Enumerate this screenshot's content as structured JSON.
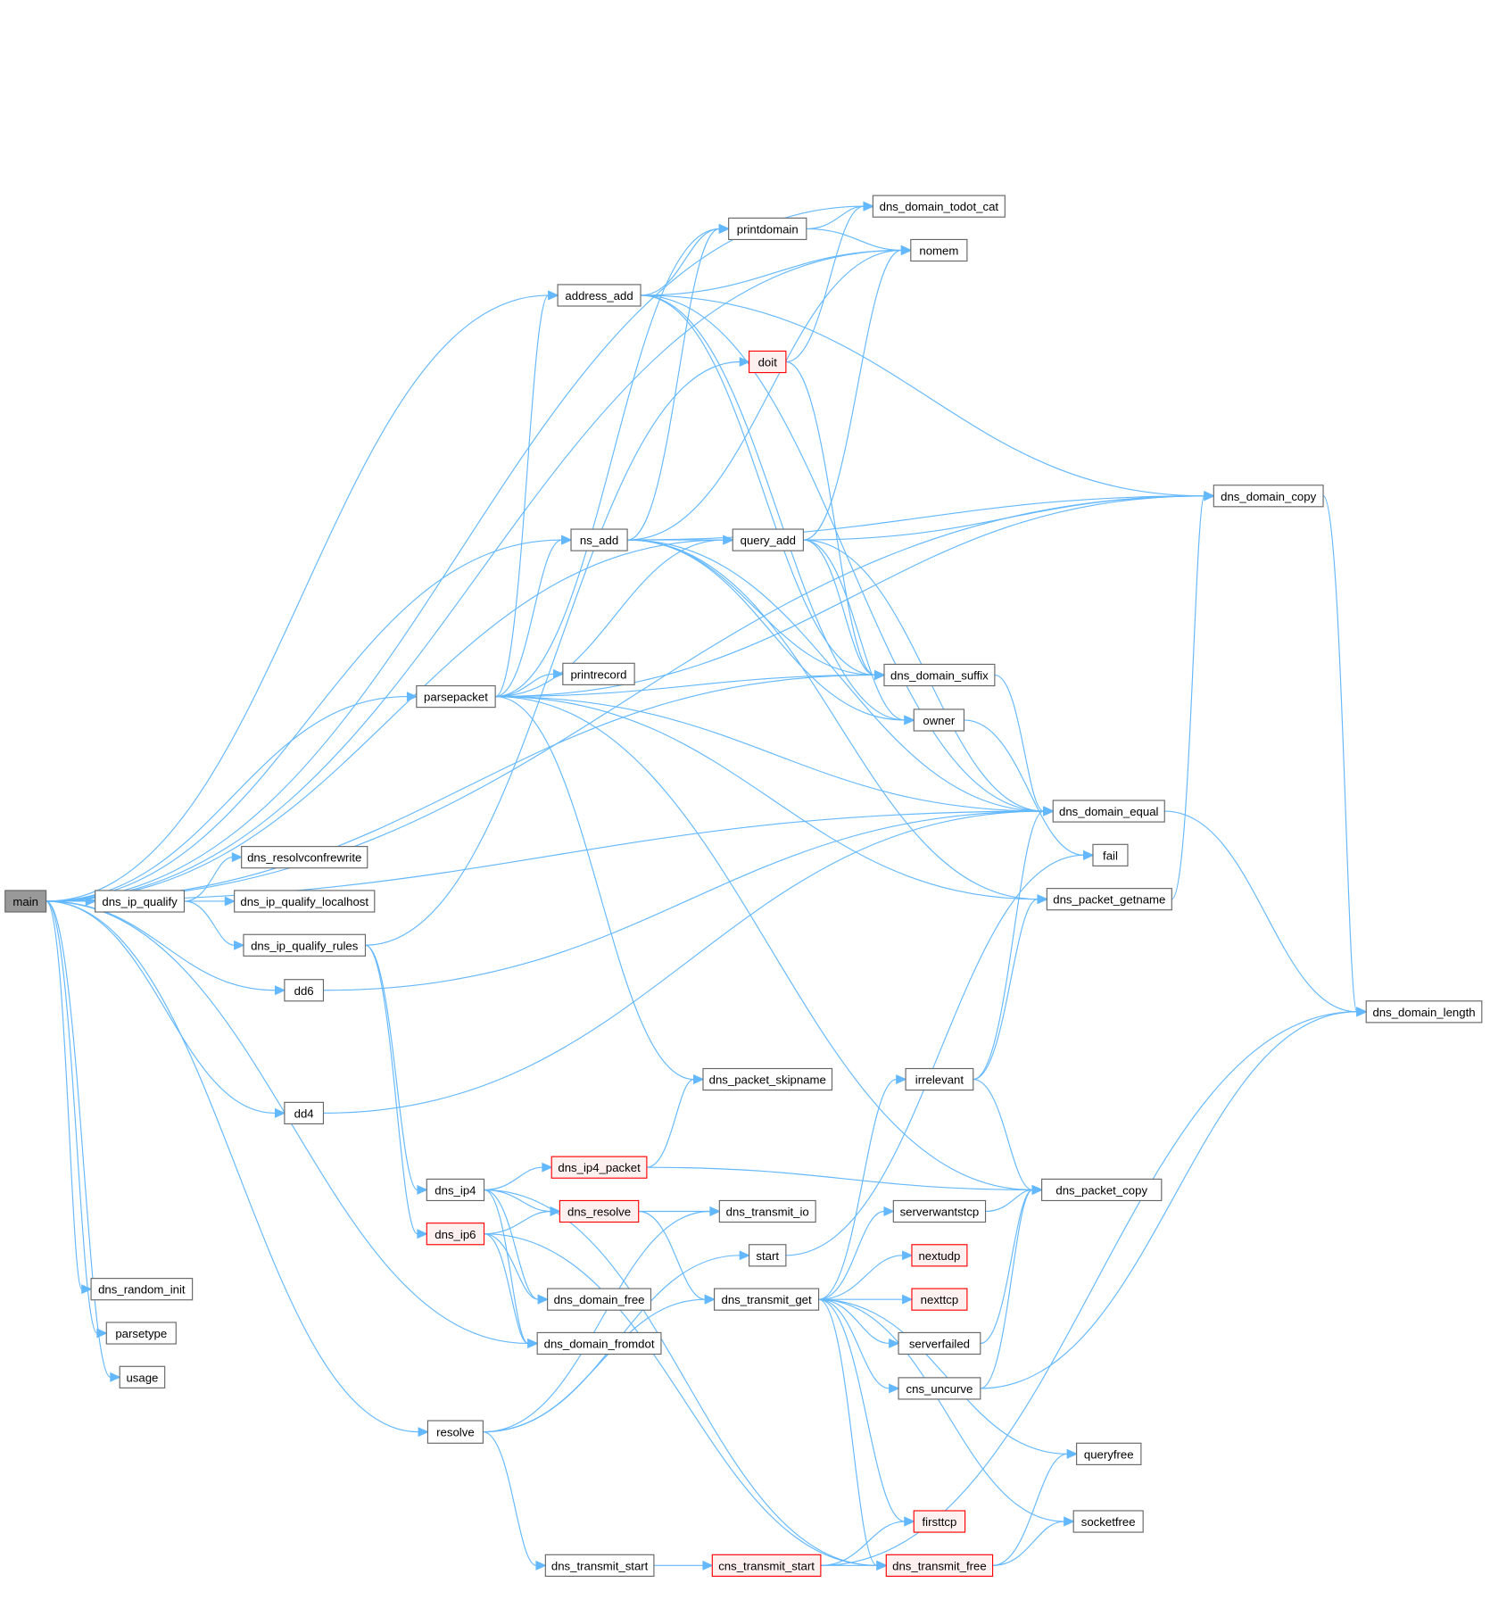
{
  "colors": {
    "edge": "#63b8ff",
    "border": "#666666",
    "highlight_border": "#ff0000",
    "highlight_fill": "#fff0f0",
    "root_fill": "#999999"
  },
  "nodes": [
    {
      "id": "main",
      "label": "main",
      "style": "root"
    },
    {
      "id": "dns_ip_qualify",
      "label": "dns_ip_qualify"
    },
    {
      "id": "dns_resolvconfrewrite",
      "label": "dns_resolvconfrewrite"
    },
    {
      "id": "dns_ip_qualify_localhost",
      "label": "dns_ip_qualify_localhost"
    },
    {
      "id": "dns_ip_qualify_rules",
      "label": "dns_ip_qualify_rules"
    },
    {
      "id": "dd6",
      "label": "dd6"
    },
    {
      "id": "dd4",
      "label": "dd4"
    },
    {
      "id": "dns_random_init",
      "label": "dns_random_init"
    },
    {
      "id": "parsetype",
      "label": "parsetype"
    },
    {
      "id": "usage",
      "label": "usage"
    },
    {
      "id": "resolve",
      "label": "resolve"
    },
    {
      "id": "dns_transmit_start",
      "label": "dns_transmit_start"
    },
    {
      "id": "cns_transmit_start",
      "label": "cns_transmit_start",
      "style": "red"
    },
    {
      "id": "dns_transmit_free",
      "label": "dns_transmit_free",
      "style": "red"
    },
    {
      "id": "firsttcp",
      "label": "firsttcp",
      "style": "red"
    },
    {
      "id": "socketfree",
      "label": "socketfree"
    },
    {
      "id": "queryfree",
      "label": "queryfree"
    },
    {
      "id": "cns_uncurve",
      "label": "cns_uncurve"
    },
    {
      "id": "serverfailed",
      "label": "serverfailed"
    },
    {
      "id": "nexttcp",
      "label": "nexttcp",
      "style": "red"
    },
    {
      "id": "nextudp",
      "label": "nextudp",
      "style": "red"
    },
    {
      "id": "serverwantstcp",
      "label": "serverwantstcp"
    },
    {
      "id": "dns_packet_copy",
      "label": "dns_packet_copy"
    },
    {
      "id": "dns_transmit_get",
      "label": "dns_transmit_get"
    },
    {
      "id": "start",
      "label": "start"
    },
    {
      "id": "dns_transmit_io",
      "label": "dns_transmit_io"
    },
    {
      "id": "dns_resolve",
      "label": "dns_resolve",
      "style": "red"
    },
    {
      "id": "dns_ip4_packet",
      "label": "dns_ip4_packet",
      "style": "red"
    },
    {
      "id": "dns_ip4",
      "label": "dns_ip4"
    },
    {
      "id": "dns_ip6",
      "label": "dns_ip6",
      "style": "red"
    },
    {
      "id": "dns_domain_free",
      "label": "dns_domain_free"
    },
    {
      "id": "dns_domain_fromdot",
      "label": "dns_domain_fromdot"
    },
    {
      "id": "dns_packet_skipname",
      "label": "dns_packet_skipname"
    },
    {
      "id": "irrelevant",
      "label": "irrelevant"
    },
    {
      "id": "dns_packet_getname",
      "label": "dns_packet_getname"
    },
    {
      "id": "fail",
      "label": "fail"
    },
    {
      "id": "dns_domain_equal",
      "label": "dns_domain_equal"
    },
    {
      "id": "owner",
      "label": "owner"
    },
    {
      "id": "dns_domain_suffix",
      "label": "dns_domain_suffix"
    },
    {
      "id": "printrecord",
      "label": "printrecord"
    },
    {
      "id": "parsepacket",
      "label": "parsepacket"
    },
    {
      "id": "ns_add",
      "label": "ns_add"
    },
    {
      "id": "query_add",
      "label": "query_add"
    },
    {
      "id": "dns_domain_copy",
      "label": "dns_domain_copy"
    },
    {
      "id": "doit",
      "label": "doit",
      "style": "red"
    },
    {
      "id": "address_add",
      "label": "address_add"
    },
    {
      "id": "printdomain",
      "label": "printdomain"
    },
    {
      "id": "dns_domain_todot_cat",
      "label": "dns_domain_todot_cat"
    },
    {
      "id": "nomem",
      "label": "nomem"
    },
    {
      "id": "dns_domain_length",
      "label": "dns_domain_length"
    }
  ],
  "edges": [
    [
      "main",
      "dns_domain_copy"
    ],
    [
      "main",
      "dns_domain_todot_cat"
    ],
    [
      "main",
      "nomem"
    ],
    [
      "main",
      "address_add"
    ],
    [
      "main",
      "query_add"
    ],
    [
      "main",
      "ns_add"
    ],
    [
      "main",
      "parsepacket"
    ],
    [
      "main",
      "dns_domain_suffix"
    ],
    [
      "main",
      "dns_ip_qualify"
    ],
    [
      "main",
      "dd6"
    ],
    [
      "main",
      "dns_domain_equal"
    ],
    [
      "main",
      "dd4"
    ],
    [
      "main",
      "dns_random_init"
    ],
    [
      "main",
      "parsetype"
    ],
    [
      "main",
      "usage"
    ],
    [
      "main",
      "resolve"
    ],
    [
      "main",
      "dns_domain_fromdot"
    ],
    [
      "dns_ip_qualify",
      "dns_resolvconfrewrite"
    ],
    [
      "dns_ip_qualify",
      "dns_ip_qualify_localhost"
    ],
    [
      "dns_ip_qualify",
      "dns_ip_qualify_rules"
    ],
    [
      "dns_ip_qualify_rules",
      "doit"
    ],
    [
      "dns_ip_qualify_rules",
      "dns_ip4"
    ],
    [
      "dns_ip_qualify_rules",
      "dns_ip6"
    ],
    [
      "dd6",
      "dns_domain_equal"
    ],
    [
      "dd4",
      "dns_domain_equal"
    ],
    [
      "address_add",
      "printdomain"
    ],
    [
      "address_add",
      "nomem"
    ],
    [
      "address_add",
      "dns_domain_copy"
    ],
    [
      "address_add",
      "dns_domain_equal"
    ],
    [
      "address_add",
      "dns_domain_suffix"
    ],
    [
      "address_add",
      "owner"
    ],
    [
      "printdomain",
      "dns_domain_todot_cat"
    ],
    [
      "printdomain",
      "nomem"
    ],
    [
      "doit",
      "dns_domain_todot_cat"
    ],
    [
      "doit",
      "dns_domain_suffix"
    ],
    [
      "ns_add",
      "printdomain"
    ],
    [
      "ns_add",
      "nomem"
    ],
    [
      "ns_add",
      "query_add"
    ],
    [
      "ns_add",
      "dns_domain_copy"
    ],
    [
      "ns_add",
      "dns_domain_suffix"
    ],
    [
      "ns_add",
      "owner"
    ],
    [
      "ns_add",
      "dns_domain_equal"
    ],
    [
      "ns_add",
      "dns_packet_getname"
    ],
    [
      "query_add",
      "nomem"
    ],
    [
      "query_add",
      "dns_domain_copy"
    ],
    [
      "query_add",
      "dns_domain_suffix"
    ],
    [
      "query_add",
      "owner"
    ],
    [
      "query_add",
      "dns_domain_equal"
    ],
    [
      "parsepacket",
      "address_add"
    ],
    [
      "parsepacket",
      "printdomain"
    ],
    [
      "parsepacket",
      "ns_add"
    ],
    [
      "parsepacket",
      "query_add"
    ],
    [
      "parsepacket",
      "dns_domain_copy"
    ],
    [
      "parsepacket",
      "printrecord"
    ],
    [
      "parsepacket",
      "dns_domain_suffix"
    ],
    [
      "parsepacket",
      "dns_domain_equal"
    ],
    [
      "parsepacket",
      "dns_packet_getname"
    ],
    [
      "parsepacket",
      "dns_packet_skipname"
    ],
    [
      "parsepacket",
      "dns_packet_copy"
    ],
    [
      "dns_domain_suffix",
      "dns_domain_equal"
    ],
    [
      "owner",
      "fail"
    ],
    [
      "dns_domain_equal",
      "dns_domain_length"
    ],
    [
      "dns_packet_getname",
      "dns_domain_copy"
    ],
    [
      "dns_domain_copy",
      "dns_domain_length"
    ],
    [
      "irrelevant",
      "dns_domain_equal"
    ],
    [
      "irrelevant",
      "dns_packet_getname"
    ],
    [
      "irrelevant",
      "dns_packet_copy"
    ],
    [
      "dns_ip4",
      "dns_ip4_packet"
    ],
    [
      "dns_ip4",
      "dns_resolve"
    ],
    [
      "dns_ip4",
      "dns_domain_free"
    ],
    [
      "dns_ip4",
      "dns_domain_fromdot"
    ],
    [
      "dns_ip4",
      "dns_transmit_free"
    ],
    [
      "dns_ip6",
      "dns_resolve"
    ],
    [
      "dns_ip6",
      "dns_domain_free"
    ],
    [
      "dns_ip6",
      "dns_domain_fromdot"
    ],
    [
      "dns_ip6",
      "dns_transmit_free"
    ],
    [
      "dns_ip4_packet",
      "dns_packet_skipname"
    ],
    [
      "dns_ip4_packet",
      "dns_packet_copy"
    ],
    [
      "dns_resolve",
      "dns_transmit_io"
    ],
    [
      "dns_resolve",
      "dns_transmit_get"
    ],
    [
      "start",
      "fail"
    ],
    [
      "dns_transmit_get",
      "irrelevant"
    ],
    [
      "dns_transmit_get",
      "serverwantstcp"
    ],
    [
      "dns_transmit_get",
      "nextudp"
    ],
    [
      "dns_transmit_get",
      "nexttcp"
    ],
    [
      "dns_transmit_get",
      "serverfailed"
    ],
    [
      "dns_transmit_get",
      "cns_uncurve"
    ],
    [
      "dns_transmit_get",
      "queryfree"
    ],
    [
      "dns_transmit_get",
      "socketfree"
    ],
    [
      "dns_transmit_get",
      "firsttcp"
    ],
    [
      "dns_transmit_get",
      "dns_transmit_free"
    ],
    [
      "serverwantstcp",
      "dns_packet_copy"
    ],
    [
      "serverfailed",
      "dns_packet_copy"
    ],
    [
      "cns_uncurve",
      "dns_packet_copy"
    ],
    [
      "cns_uncurve",
      "dns_domain_length"
    ],
    [
      "resolve",
      "dns_transmit_io"
    ],
    [
      "resolve",
      "start"
    ],
    [
      "resolve",
      "dns_transmit_get"
    ],
    [
      "resolve",
      "dns_transmit_start"
    ],
    [
      "dns_transmit_start",
      "cns_transmit_start"
    ],
    [
      "cns_transmit_start",
      "firsttcp"
    ],
    [
      "cns_transmit_start",
      "dns_transmit_free"
    ],
    [
      "cns_transmit_start",
      "dns_domain_length"
    ],
    [
      "dns_transmit_free",
      "queryfree"
    ],
    [
      "dns_transmit_free",
      "socketfree"
    ]
  ]
}
